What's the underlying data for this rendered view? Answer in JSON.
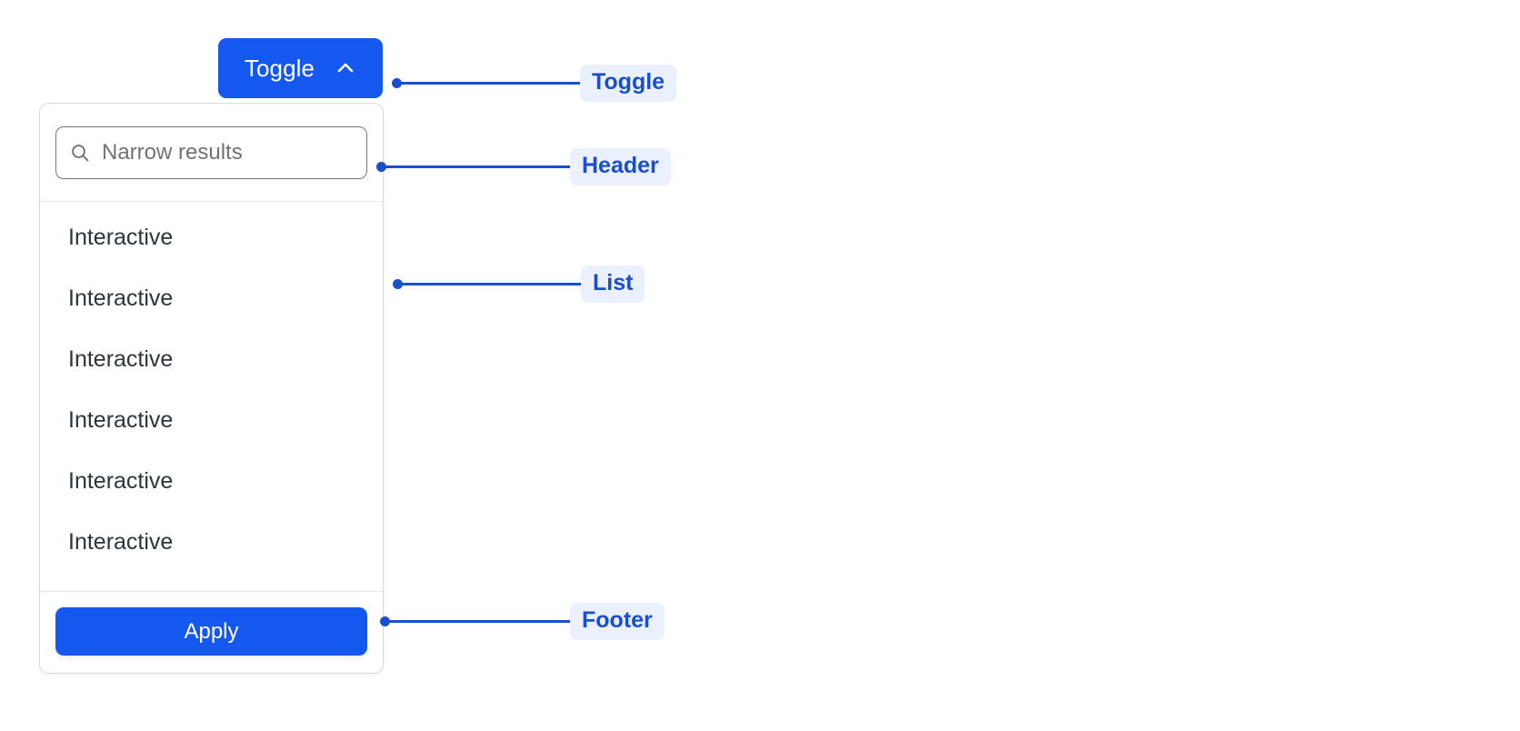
{
  "toggle": {
    "label": "Toggle",
    "icon": "chevron-up-icon",
    "background_color": "#1558f0",
    "text_color": "#ffffff"
  },
  "panel": {
    "header": {
      "search": {
        "icon": "search-icon",
        "placeholder": "Narrow results",
        "value": ""
      }
    },
    "list": {
      "items": [
        {
          "label": "Interactive"
        },
        {
          "label": "Interactive"
        },
        {
          "label": "Interactive"
        },
        {
          "label": "Interactive"
        },
        {
          "label": "Interactive"
        },
        {
          "label": "Interactive"
        }
      ]
    },
    "footer": {
      "apply_label": "Apply",
      "apply_background_color": "#1558f0"
    },
    "border_color": "#d9dadd",
    "background_color": "#ffffff"
  },
  "annotations": {
    "accent_color": "#1a4fcc",
    "pill_background_color": "#eaf0fd",
    "items": [
      {
        "label": "Toggle"
      },
      {
        "label": "Header"
      },
      {
        "label": "List"
      },
      {
        "label": "Footer"
      }
    ]
  }
}
